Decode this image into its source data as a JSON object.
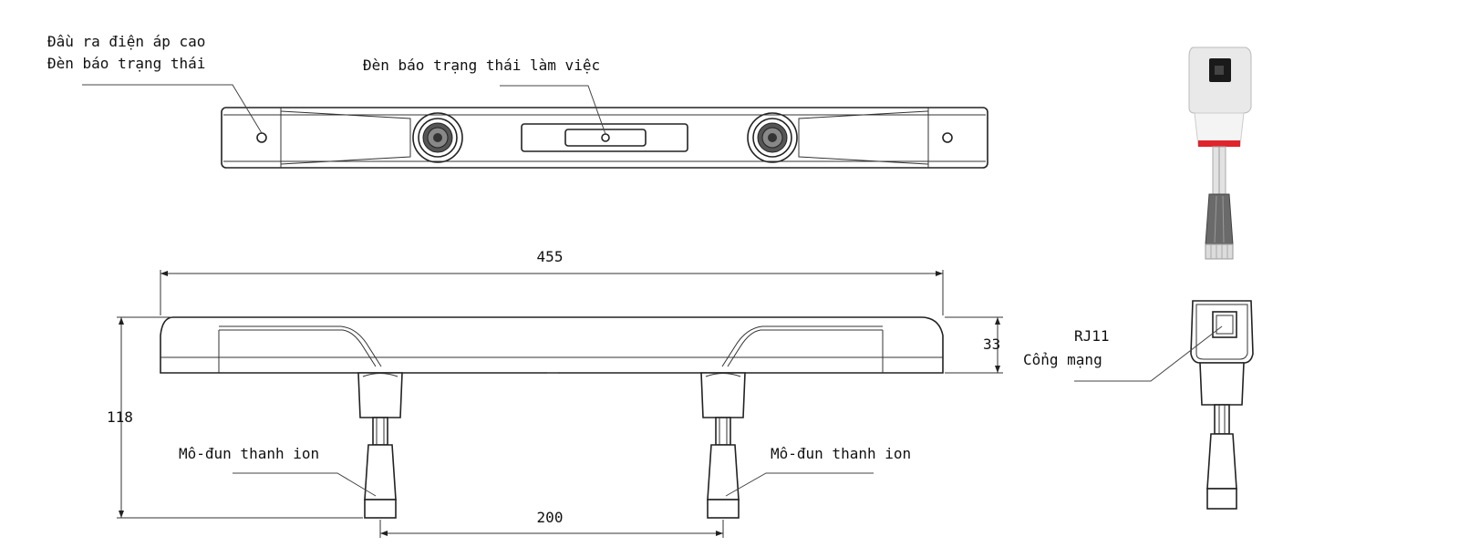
{
  "labels": {
    "hv_output": "Đầu ra điện áp cao",
    "status_light": "Đèn báo trạng thái",
    "work_status_light": "Đèn báo trạng thái làm việc",
    "rj11": "RJ11",
    "network_port": "Cổng mạng",
    "ion_module_left": "Mô-đun thanh ion",
    "ion_module_right": "Mô-đun thanh ion"
  },
  "dimensions": {
    "length": "455",
    "height_total": "118",
    "bar_height": "33",
    "module_spacing": "200"
  },
  "colors": {
    "accent_band": "#e0242c",
    "device_grey": "#e9e9e9",
    "line": "#222222"
  }
}
